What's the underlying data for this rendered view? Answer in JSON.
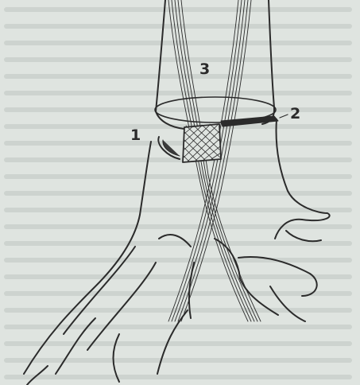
{
  "figure": {
    "labels": {
      "one": "1",
      "two": "2",
      "three": "3"
    },
    "colors": {
      "page": "#dfe4e0",
      "ink": "#2b2b2b",
      "bleed_text": "#c7ceca"
    }
  }
}
